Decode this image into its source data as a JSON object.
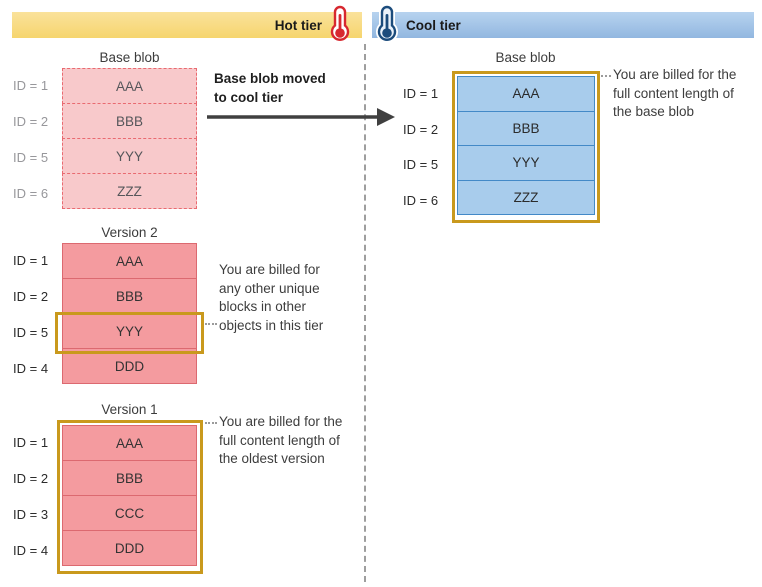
{
  "palette": {
    "hot_bar": "#F8DB7D",
    "cool_bar": "#A9C9EA",
    "faded_block_fill": "#F8C9CB",
    "faded_block_border": "#E96A70",
    "version_block_fill": "#F49B9F",
    "version_block_border": "#DC6970",
    "cool_block_fill": "#A8CCEC",
    "cool_block_border": "#4389C7",
    "highlight_gold": "#C9991D",
    "hot_thermometer": "#D7282F",
    "cool_thermometer": "#1C4C7C"
  },
  "header": {
    "hot_label": "Hot tier",
    "cool_label": "Cool tier",
    "hot_icon": "thermometer-red",
    "cool_icon": "thermometer-blue"
  },
  "hot_tier": {
    "base_blob": {
      "title": "Base blob",
      "rows": [
        {
          "id": "ID = 1",
          "label": "AAA"
        },
        {
          "id": "ID = 2",
          "label": "BBB"
        },
        {
          "id": "ID = 5",
          "label": "YYY"
        },
        {
          "id": "ID = 6",
          "label": "ZZZ"
        }
      ]
    },
    "move_note": "Base blob moved\nto cool tier",
    "version2": {
      "title": "Version 2",
      "rows": [
        {
          "id": "ID = 1",
          "label": "AAA"
        },
        {
          "id": "ID = 2",
          "label": "BBB"
        },
        {
          "id": "ID = 5",
          "label": "YYY"
        },
        {
          "id": "ID = 4",
          "label": "DDD"
        }
      ],
      "highlighted_block": "YYY",
      "annotation": "You are billed for\nany other unique\nblocks in other\nobjects in this tier"
    },
    "version1": {
      "title": "Version 1",
      "rows": [
        {
          "id": "ID = 1",
          "label": "AAA"
        },
        {
          "id": "ID = 2",
          "label": "BBB"
        },
        {
          "id": "ID = 3",
          "label": "CCC"
        },
        {
          "id": "ID = 4",
          "label": "DDD"
        }
      ],
      "annotation": "You are billed for the\nfull content length of\nthe oldest version"
    }
  },
  "cool_tier": {
    "base_blob": {
      "title": "Base blob",
      "rows": [
        {
          "id": "ID = 1",
          "label": "AAA"
        },
        {
          "id": "ID = 2",
          "label": "BBB"
        },
        {
          "id": "ID = 5",
          "label": "YYY"
        },
        {
          "id": "ID = 6",
          "label": "ZZZ"
        }
      ],
      "annotation": "You are billed for the\nfull content length of\nthe base blob"
    }
  }
}
